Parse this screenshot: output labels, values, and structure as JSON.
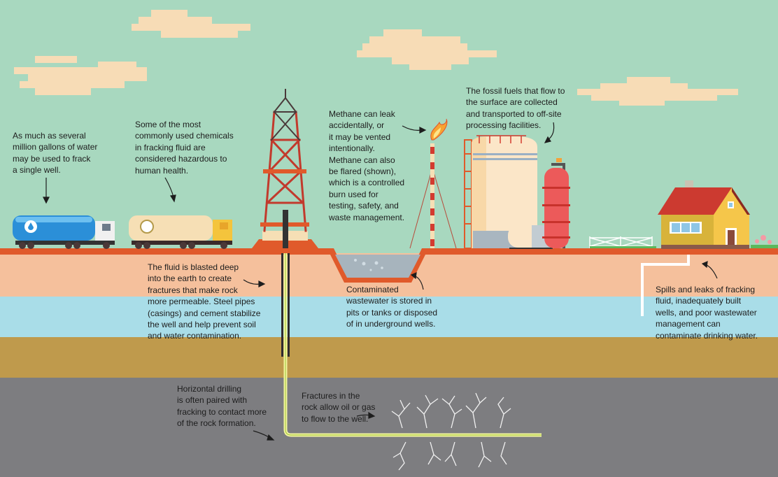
{
  "notes": {
    "water": [
      "As much as several",
      "million gallons of water",
      "may be used to frack",
      "a single well."
    ],
    "chemicals": [
      "Some of the most",
      "commonly used chemicals",
      "in fracking fluid are",
      "considered hazardous to",
      "human health."
    ],
    "methane": [
      "Methane can leak",
      "accidentally, or",
      "it may be vented",
      "intentionally.",
      "Methane can also",
      "be flared (shown),",
      "which is a controlled",
      "burn used for",
      "testing, safety, and",
      "waste management."
    ],
    "fossil": [
      "The fossil fuels that flow to",
      "the surface are collected",
      "and transported to off-site",
      "processing facilities."
    ],
    "fluid": [
      "The fluid is blasted deep",
      "into the earth to create",
      "fractures that make rock",
      "more permeable. Steel pipes",
      "(casings) and cement stabilize",
      "the well and help prevent soil",
      "and water contamination."
    ],
    "wastewater": [
      "Contaminated",
      "wastewater is stored in",
      "pits or tanks or disposed",
      "of in underground wells."
    ],
    "spills": [
      "Spills and leaks of fracking",
      "fluid, inadequately built",
      "wells, and poor wastewater",
      "management can",
      "contaminate drinking water."
    ],
    "horizontal": [
      "Horizontal drilling",
      "is often paired with",
      "fracking to contact more",
      "of the rock formation."
    ],
    "fractures": [
      "Fractures in the",
      "rock allow oil or gas",
      "to flow to the well."
    ]
  },
  "colors": {
    "sky": "#a8d8bf",
    "ground_line": "#e05a2b",
    "peach": "#f5c09c",
    "aquifer": "#a9dde8",
    "sand": "#bf9a4c",
    "shale": "#7d7d80",
    "pipe": "#f4f6a0"
  }
}
